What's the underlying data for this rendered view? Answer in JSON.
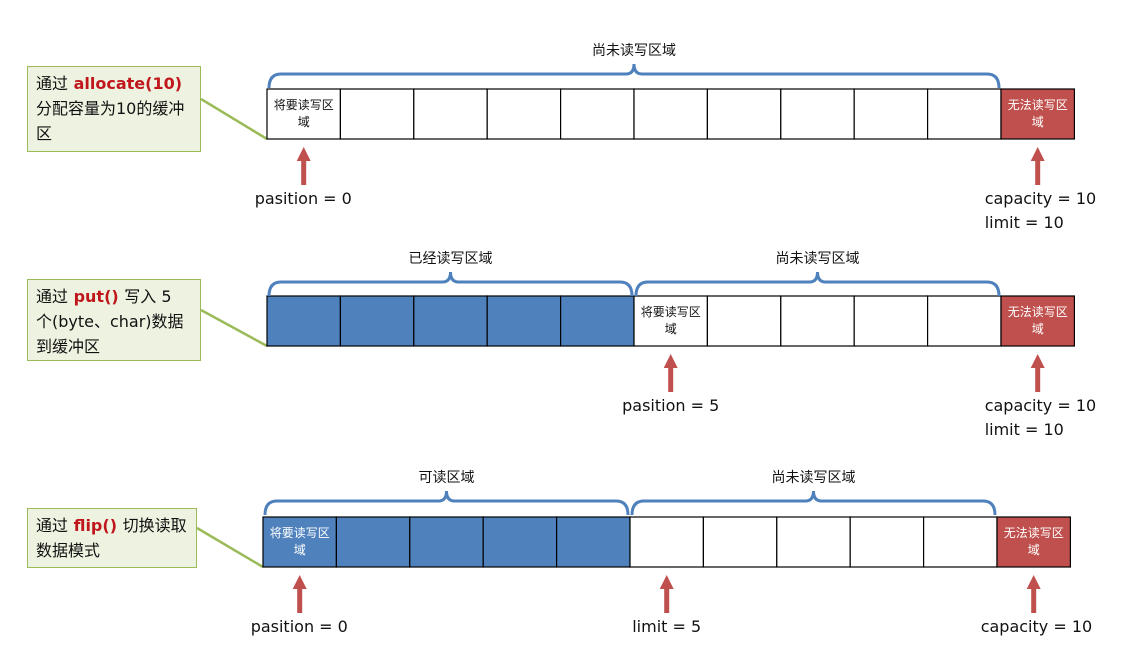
{
  "colors": {
    "filled": "#4f81bd",
    "unavailable": "#c0504d",
    "brace": "#4f81bd",
    "arrow": "#c0504d",
    "connector": "#9bbb59",
    "callout_bg": "#eef3e1",
    "callout_border": "#9bbb59",
    "fn_text": "#c0171d"
  },
  "rows": [
    {
      "callout": {
        "prefix": "通过",
        "fn": "allocate(10)",
        "suffix": "分配容量为10的缓冲区"
      },
      "filled_cells": 0,
      "cell_labels": [
        {
          "cell": 0,
          "text": "将要读写区域",
          "style": "dark"
        },
        {
          "cell": 10,
          "text": "无法读写区域",
          "style": "light"
        }
      ],
      "regions": [
        {
          "from": 0,
          "to": 10,
          "label": "尚未读写区域"
        }
      ],
      "pointers": [
        {
          "cell": 0,
          "lines": [
            "pasition = 0"
          ]
        },
        {
          "cell": 10,
          "lines": [
            "capacity = 10",
            "limit = 10"
          ]
        }
      ]
    },
    {
      "callout": {
        "prefix": "通过",
        "fn": "put()",
        "suffix": "写入 5 个(byte、char)数据到缓冲区"
      },
      "filled_cells": 5,
      "cell_labels": [
        {
          "cell": 5,
          "text": "将要读写区域",
          "style": "dark"
        },
        {
          "cell": 10,
          "text": "无法读写区域",
          "style": "light"
        }
      ],
      "regions": [
        {
          "from": 0,
          "to": 5,
          "label": "已经读写区域"
        },
        {
          "from": 5,
          "to": 10,
          "label": "尚未读写区域"
        }
      ],
      "pointers": [
        {
          "cell": 5,
          "lines": [
            "pasition = 5"
          ]
        },
        {
          "cell": 10,
          "lines": [
            "capacity = 10",
            "limit = 10"
          ]
        }
      ]
    },
    {
      "callout": {
        "prefix": "通过",
        "fn": "flip()",
        "suffix": "切换读取数据模式"
      },
      "filled_cells": 5,
      "cell_labels": [
        {
          "cell": 0,
          "text": "将要读写区域",
          "style": "light"
        },
        {
          "cell": 10,
          "text": "无法读写区域",
          "style": "light"
        }
      ],
      "regions": [
        {
          "from": 0,
          "to": 5,
          "label": "可读区域"
        },
        {
          "from": 5,
          "to": 10,
          "label": "尚未读写区域"
        }
      ],
      "pointers": [
        {
          "cell": 0,
          "lines": [
            "pasition = 0"
          ]
        },
        {
          "cell": 5,
          "lines": [
            "limit = 5"
          ]
        },
        {
          "cell": 10,
          "lines": [
            "capacity = 10"
          ]
        }
      ]
    }
  ]
}
